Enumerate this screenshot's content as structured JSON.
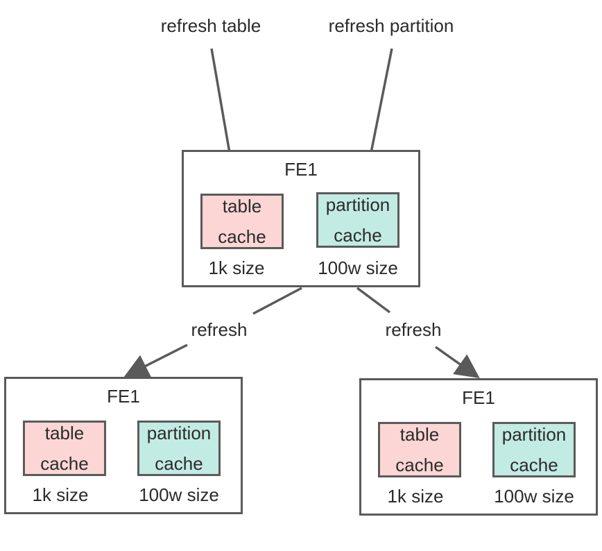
{
  "labels": {
    "refresh_table": "refresh table",
    "refresh_partition": "refresh partition",
    "refresh_left": "refresh",
    "refresh_right": "refresh"
  },
  "nodes": [
    {
      "title": "FE1",
      "table_cache": {
        "line1": "table",
        "line2": "cache",
        "size": "1k size"
      },
      "partition_cache": {
        "line1": "partition",
        "line2": "cache",
        "size": "100w size"
      }
    },
    {
      "title": "FE1",
      "table_cache": {
        "line1": "table",
        "line2": "cache",
        "size": "1k size"
      },
      "partition_cache": {
        "line1": "partition",
        "line2": "cache",
        "size": "100w size"
      }
    },
    {
      "title": "FE1",
      "table_cache": {
        "line1": "table",
        "line2": "cache",
        "size": "1k size"
      },
      "partition_cache": {
        "line1": "partition",
        "line2": "cache",
        "size": "100w size"
      }
    }
  ],
  "colors": {
    "table_cache": "#fbd6d4",
    "partition_cache": "#c2ebe3",
    "border": "#5a5a5a"
  }
}
